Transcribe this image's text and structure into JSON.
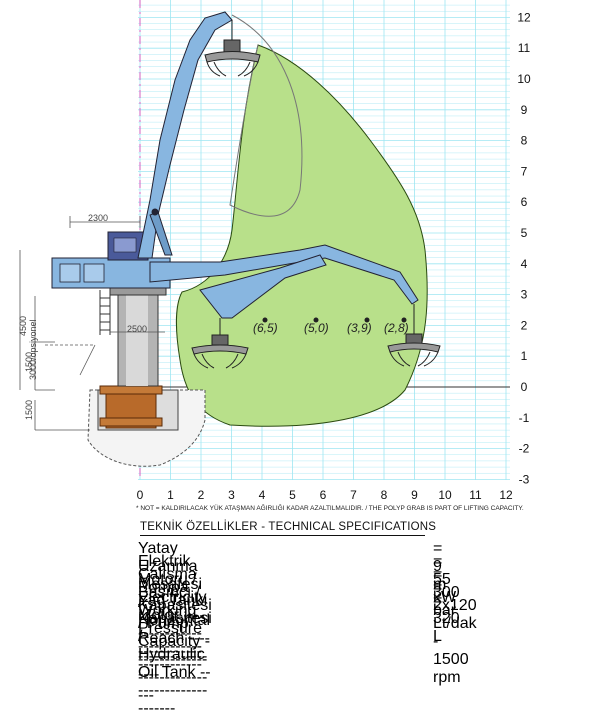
{
  "axes": {
    "x_ticks": [
      "0",
      "1",
      "2",
      "3",
      "4",
      "5",
      "6",
      "7",
      "8",
      "9",
      "10",
      "11",
      "12"
    ],
    "y_ticks": [
      "12",
      "11",
      "10",
      "9",
      "8",
      "7",
      "6",
      "5",
      "4",
      "3",
      "2",
      "1",
      "0",
      "-1",
      "-2",
      "-3"
    ]
  },
  "dimensions": {
    "d2300": "2300",
    "d2500": "2500",
    "d4500": "4500",
    "d3000": "3000/opsiyonel",
    "d1500a": "1500",
    "d1500b": "1500"
  },
  "capacity_labels": [
    "(6,5)",
    "(5,0)",
    "(3,9)",
    "(2,8)"
  ],
  "note": "* NOT = KALDIRILACAK YÜK ATAŞMAN AĞIRLIĞI KADAR AZALTILMALIDIR. / THE POLYP GRAB IS PART OF LIFTING CAPACITY.",
  "specs": {
    "title": "TEKNİK ÖZELLİKLER - TECHNICAL SPECIFICATIONS",
    "rows": [
      {
        "label": "Yatay Uzanma Mesafesi / Horizontal Reach ---------------------",
        "value": "= 9 m"
      },
      {
        "label": "Elektrik Motoru / Electricity Motor ----------------------------",
        "value": "= 55 kW"
      },
      {
        "label": "Çalışma Basıncı / Working Pressure ------------------------",
        "value": "= 300 bar"
      },
      {
        "label": "Pompa Kapasitesi / Pump Capacity ------------------------------",
        "value": "= 2x120 Lt/dak - 1500 rpm"
      },
      {
        "label": "Yağ Tankı Kapasitesi / Hydraulic Oil Tank ----------------------",
        "value": "= 320 L"
      }
    ]
  },
  "colors": {
    "grid": "#9ee6f2",
    "envelope": "#b8e08a",
    "machine": "#88b6e0",
    "pink_axis": "#d060c0"
  }
}
